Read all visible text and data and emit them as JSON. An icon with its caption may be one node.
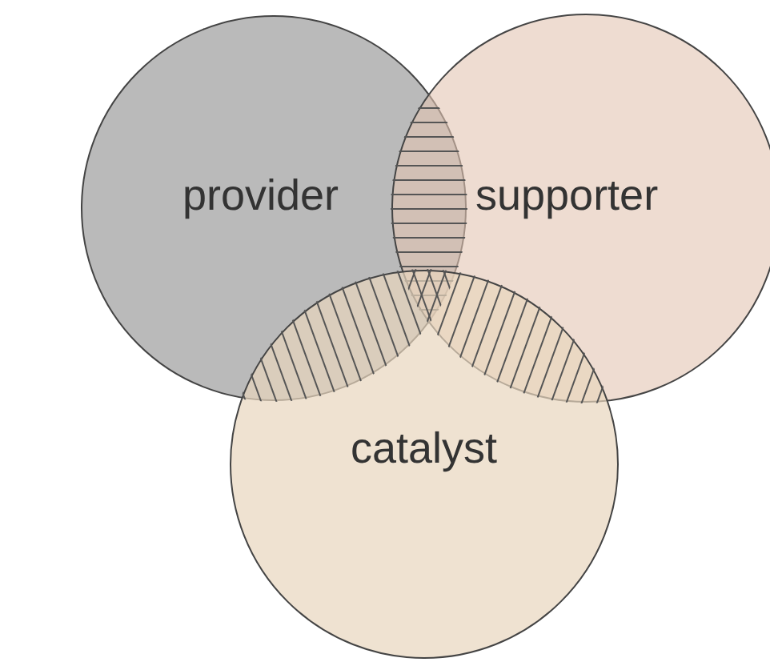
{
  "diagram": {
    "nodes": [
      {
        "text": [
          "provider"
        ]
      },
      {
        "text": [
          "supporter"
        ]
      },
      {
        "text": [
          "catalyst"
        ]
      }
    ]
  }
}
